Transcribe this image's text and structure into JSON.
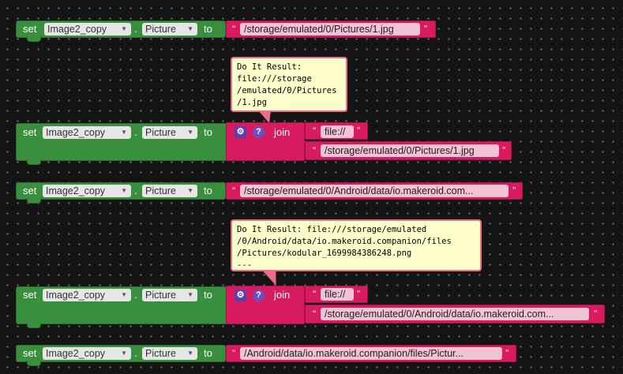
{
  "blocks": {
    "set_label": "set",
    "to_label": "to",
    "dot": ".",
    "join_label": "join",
    "component": "Image2_copy",
    "property": "Picture",
    "quote": "“",
    "quote_close": "”",
    "block1_text": "/storage/emulated/0/Pictures/1.jpg",
    "block2_text1": "file://",
    "block2_text2": "/storage/emulated/0/Pictures/1.jpg",
    "block3_text": "/storage/emulated/0/Android/data/io.makeroid.com...",
    "block4_text1": "file://",
    "block4_text2": "/storage/emulated/0/Android/data/io.makeroid.com...",
    "block5_text": "/Android/data/io.makeroid.companion/files/Pictur..."
  },
  "tooltips": {
    "tip1": "Do It Result:\nfile:///storage\n/emulated/0/Pictures\n/1.jpg",
    "tip2": "Do It Result: file:///storage/emulated\n/0/Android/data/io.makeroid.companion/files\n/Pictures/kodular_1699984386248.png\n---"
  },
  "icons": {
    "gear": "gear-icon",
    "help": "question-icon",
    "chevron": "chevron-down-icon"
  }
}
